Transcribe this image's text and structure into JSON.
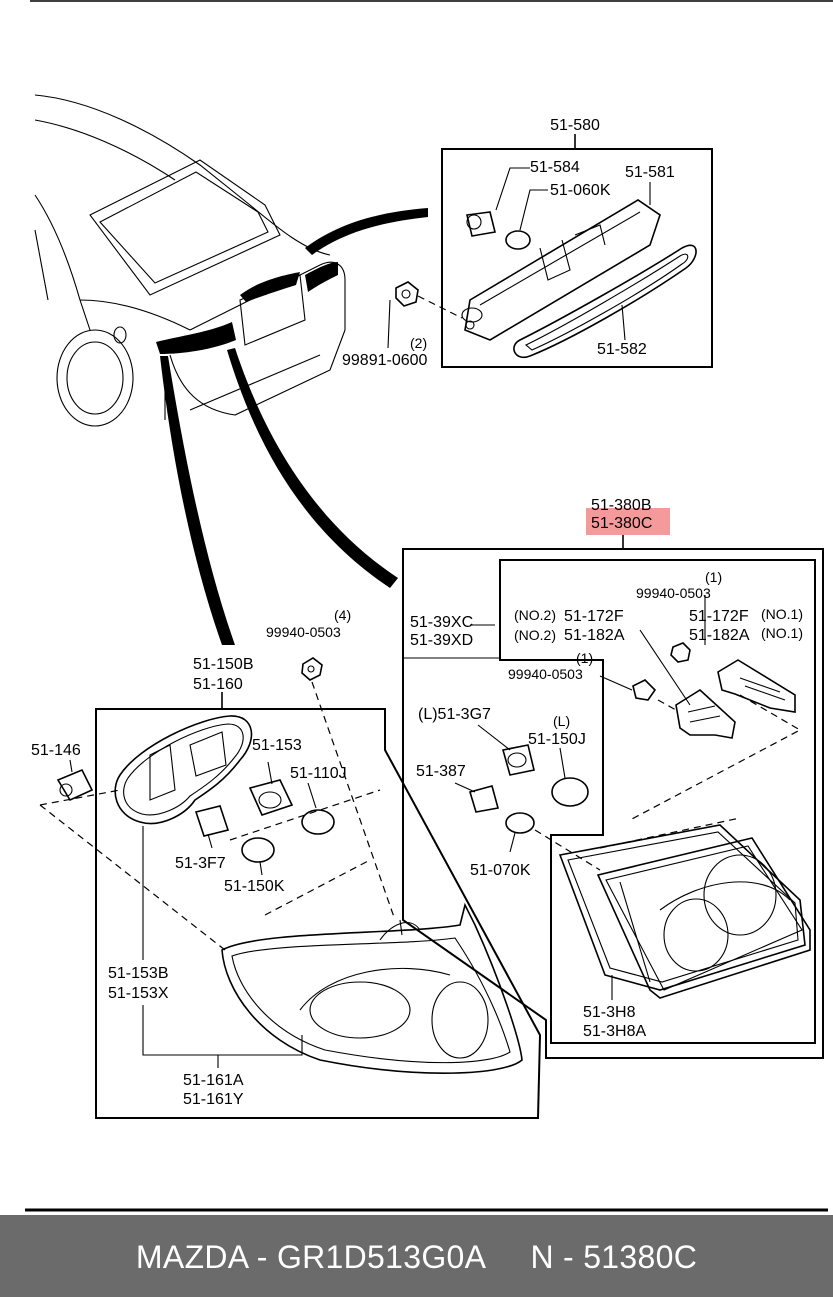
{
  "footer": {
    "text": "MAZDA - GR1D513G0A     N - 51380C"
  },
  "colors": {
    "highlight": "#f59a9a",
    "footer_bg": "#6b6b6b"
  },
  "labels": {
    "p51_580": "51-580",
    "p51_584": "51-584",
    "p51_060k": "51-060K",
    "p51_581": "51-581",
    "p51_582": "51-582",
    "qty2": "(2)",
    "p99891_0600": "99891-0600",
    "p51_380b": "51-380B",
    "p51_380c": "51-380C",
    "qty1_a": "(1)",
    "p99940_0503_a": "99940-0503",
    "p51_39xc": "51-39XC",
    "p51_39xd": "51-39XD",
    "no2_a": "(NO.2)",
    "p51_172f_a": "51-172F",
    "p51_172f_b": "51-172F",
    "no1_a": "(NO.1)",
    "no2_b": "(NO.2)",
    "p51_182a_a": "51-182A",
    "p51_182a_b": "51-182A",
    "no1_b": "(NO.1)",
    "qty1_b": "(1)",
    "p99940_0503_b": "99940-0503",
    "l_3g7": "(L)51-3G7",
    "l_150j_tag": "(L)",
    "p51_150j": "51-150J",
    "p51_387": "51-387",
    "p51_070k": "51-070K",
    "p51_3h8": "51-3H8",
    "p51_3h8a": "51-3H8A",
    "qty4": "(4)",
    "p99940_0503_c": "99940-0503",
    "p51_150b": "51-150B",
    "p51_160": "51-160",
    "p51_146": "51-146",
    "p51_153": "51-153",
    "p51_110j": "51-110J",
    "p51_3f7": "51-3F7",
    "p51_150k": "51-150K",
    "p51_153b": "51-153B",
    "p51_153x": "51-153X",
    "p51_161a": "51-161A",
    "p51_161y": "51-161Y"
  }
}
